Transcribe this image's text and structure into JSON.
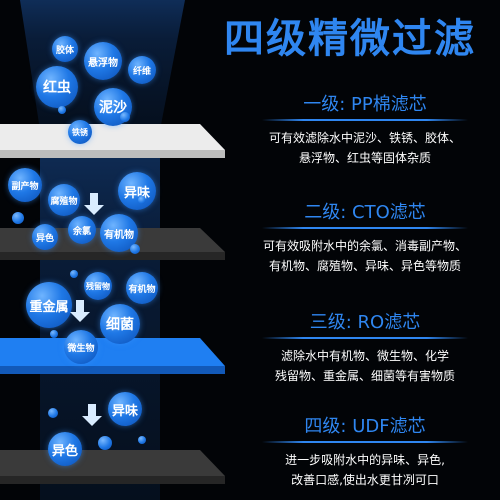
{
  "title": "四级精微过滤",
  "colors": {
    "accent": "#2f86f0",
    "text": "#ffffff",
    "background": "#020407"
  },
  "stages": [
    {
      "heading": "一级: PP棉滤芯",
      "desc_line1": "可有效滤除水中泥沙、铁锈、胶体、",
      "desc_line2": "悬浮物、红虫等固体杂质"
    },
    {
      "heading": "二级: CTO滤芯",
      "desc_line1": "可有效吸附水中的余氯、消毒副产物、",
      "desc_line2": "有机物、腐殖物、异味、异色等物质"
    },
    {
      "heading": "三级: RO滤芯",
      "desc_line1": "滤除水中有机物、微生物、化学",
      "desc_line2": "残留物、重金属、细菌等有害物质"
    },
    {
      "heading": "四级: UDF滤芯",
      "desc_line1": "进一步吸附水中的异味、异色,",
      "desc_line2": "改善口感,使出水更甘冽可口"
    }
  ],
  "bubbles": {
    "s1": {
      "jiaoti": "胶体",
      "xuanfuwu": "悬浮物",
      "xianwei": "纤维",
      "hongchong": "红虫",
      "nisha": "泥沙",
      "tiexiu": "铁锈"
    },
    "s2": {
      "fuchanwu": "副产物",
      "fuzhiwu": "腐殖物",
      "yiwei": "异味",
      "yilv": "余氯",
      "youjiwu": "有机物",
      "yise": "异色"
    },
    "s3": {
      "canliuwu": "残留物",
      "youjiwu": "有机物",
      "zhongjinshu": "重金属",
      "xijun": "细菌",
      "weishengwu": "微生物"
    },
    "s4": {
      "yiwei": "异味",
      "yise": "异色"
    }
  }
}
